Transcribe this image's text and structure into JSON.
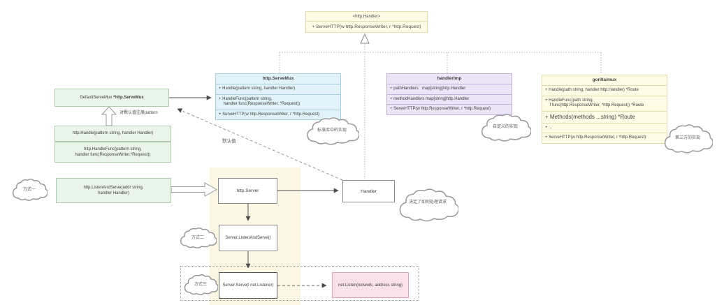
{
  "interface_box": {
    "title": "<http.Handler>",
    "method": "+ ServeHTTP(w http.ResponseWriter, r *http.Request)"
  },
  "classes": {
    "servemux": {
      "title": "http.ServeMux",
      "rows": [
        "+ Handle(pattern string, handler Handler)",
        "+ HandleFunc(pattern string,\n    handler func(ResponseWriter, *Request))",
        "+ ServeHTTP(w http.ResponseWriter, r *http.Request)"
      ]
    },
    "handlerimp": {
      "title": "handlerImp",
      "rows": [
        "+ pathHandlers   map[string]http.Handler",
        "+ methodHandlers map[string]http.Handler",
        "+ ServeHTTP(w http.ResponseWriter, r *http.Request)"
      ]
    },
    "gorillamux": {
      "title": "gorilla/mux",
      "rows": [
        "+ Handle(path string, handler http.Handler) *Route",
        "+ HandleFunc(path string,\n    f func(http.ResponseWriter, *http.Request)) *Route",
        "+ Methods(methods ...string) *Route",
        "+ ...",
        "+ ServeHTTP(w http.ResponseWriter, r *http.Request)"
      ]
    }
  },
  "left": {
    "default_servemux_prefix": "DefaultServeMux ",
    "default_servemux_bold": "*http.ServeMux",
    "register_label": "对默认值注册pattern",
    "handle_box": "http.Handle(pattern string, handler Handler)",
    "handlefunc_box": "http.HandleFunc(pattern string,\nhandler func(ResponseWriter,*Request))",
    "listen_and_serve": "http.ListenAndServe(addr string,\nhandler Handler)"
  },
  "flow": {
    "http_server": "http.Server",
    "handler": "Handler",
    "server_listen_and_serve": "Server.ListenAndServe()",
    "server_serve": "Server.Serve(l net.Listener)",
    "net_listen": "net.Listen(network, address string)",
    "default_value_label": "默认值"
  },
  "clouds": {
    "method1": "方式一",
    "method2": "方式二",
    "method3": "方式三",
    "stdlib": "标准库中的实现",
    "custom": "自定义的实现",
    "thirdparty": "第三方的实现",
    "decides": "决定了如何处理请求"
  },
  "colors": {
    "yellow-fill": "#fffce6",
    "yellow-border": "#e3dcae",
    "blue-fill": "#e2f2f9",
    "blue-border": "#a9cede",
    "purple-fill": "#ece4f7",
    "purple-border": "#c4b2db",
    "green-fill": "#e9f5e9",
    "green-border": "#b0ccb0",
    "pink-fill": "#fbe2ea",
    "pink-border": "#d9a7b8",
    "bg-tint": "#fcf7e5",
    "line-gray": "#b3b3b3",
    "ink": "#404040"
  }
}
